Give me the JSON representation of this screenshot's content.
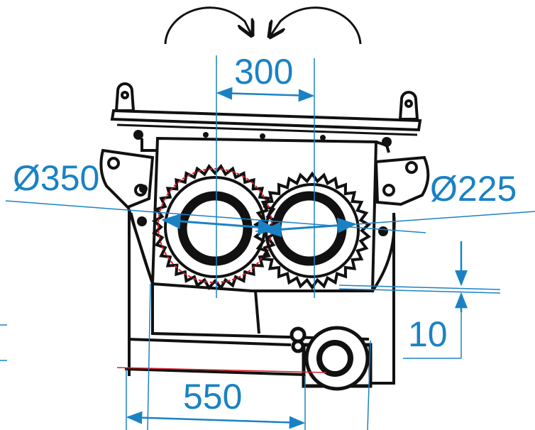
{
  "colors": {
    "line": "#111111",
    "dimension": "#1a82c4",
    "highlight": "#d9202a",
    "background": "#ffffff"
  },
  "dimensions": {
    "center_distance": "300",
    "large_gear_diameter": "Ø350",
    "small_gear_diameter": "Ø225",
    "gap": "10",
    "width": "550"
  },
  "icons": {
    "rotation_arrows": "curved-rotation-arrows-icon",
    "lifting_eyes": "lifting-eye-icon"
  }
}
